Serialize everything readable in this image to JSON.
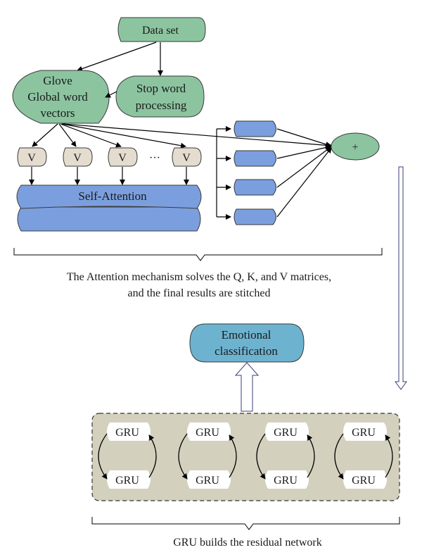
{
  "nodes": {
    "dataset": "Data set",
    "glove": [
      "Glove",
      "Global word",
      "vectors"
    ],
    "stopword": [
      "Stop word",
      "processing"
    ],
    "v_label": "V",
    "ellipsis": "···",
    "self_attention": "Self-Attention",
    "plus": "+",
    "emotional": [
      "Emotional",
      "classification"
    ],
    "gru": "GRU"
  },
  "captions": {
    "attention": [
      "The Attention mechanism solves the Q, K, and V matrices,",
      "and the final results are stitched"
    ],
    "gru": "GRU builds the residual network"
  },
  "colors": {
    "green": "#8cc4a0",
    "beige": "#e4dccf",
    "blue": "#7b9fde",
    "teal": "#6db3d0",
    "panel": "#d4d0be"
  }
}
